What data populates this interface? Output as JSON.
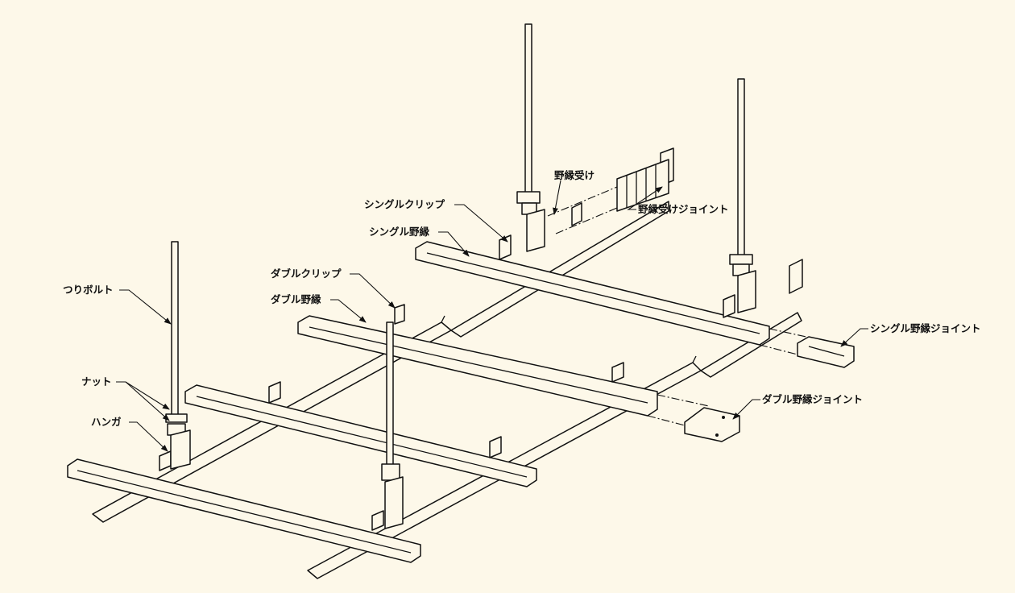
{
  "labels": {
    "hanger_bolt": "つりボルト",
    "nut": "ナット",
    "hanger": "ハンガ",
    "double_clip": "ダブルクリップ",
    "double_furring": "ダブル野縁",
    "single_clip": "シングルクリップ",
    "single_furring": "シングル野縁",
    "furring_receiver": "野縁受け",
    "furring_receiver_joint": "野縁受けジョイント",
    "single_furring_joint": "シングル野縁ジョイント",
    "double_furring_joint": "ダブル野縁ジョイント"
  },
  "colors": {
    "background": "#fdf8e9",
    "line": "#111111"
  }
}
